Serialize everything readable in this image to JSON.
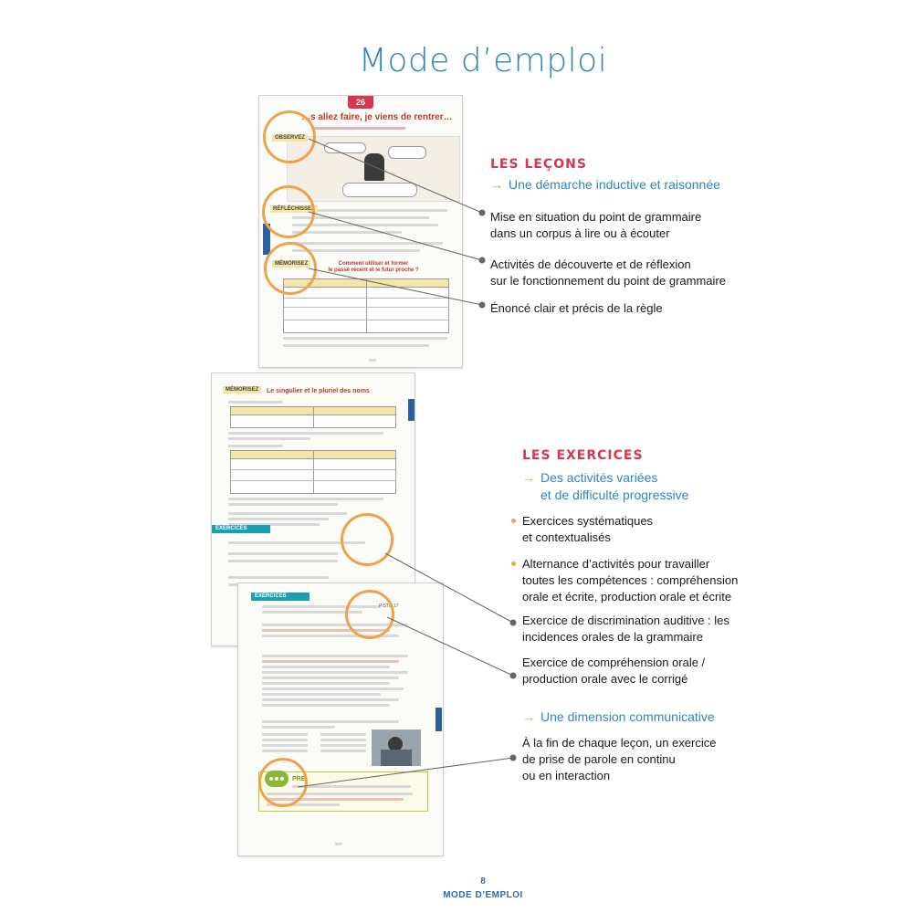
{
  "page": {
    "title": "Mode d’emploi",
    "page_number": "8",
    "footer_label": "MODE D’EMPLOI"
  },
  "lessons": {
    "heading": "LES LEÇONS",
    "subheading": "Une démarche inductive et raisonnée",
    "items": [
      [
        "Mise en situation du point de grammaire",
        "dans un corpus à lire ou à écouter"
      ],
      [
        "Activités de découverte et de réflexion",
        "sur le fonctionnement du point de grammaire"
      ],
      [
        "Énoncé clair et précis de la règle"
      ]
    ]
  },
  "exercises": {
    "heading": "LES EXERCICES",
    "subheading": [
      "Des activités variées",
      "et de difficulté progressive"
    ],
    "bullets": [
      [
        "Exercices systématiques",
        "et contextualisés"
      ],
      [
        "Alternance d’activités pour travailler",
        "toutes les compétences : compréhension",
        "orale et écrite, production orale et écrite"
      ]
    ],
    "items": [
      [
        "Exercice de discrimination auditive : les",
        "incidences orales de la grammaire"
      ],
      [
        "Exercice de compréhension orale /",
        "production orale avec le corrigé"
      ]
    ],
    "communicative_heading": "Une dimension communicative",
    "communicative_text": [
      "À la fin de chaque leçon, un exercice",
      "de prise de parole en continu",
      "ou en interaction"
    ]
  },
  "thumbnail_lesson": {
    "badge": "26",
    "title": "…s allez faire, je viens de rentrer…",
    "tags": [
      "OBSERVEZ",
      "RÉFLÉCHISSEZ",
      "MÉMORISEZ"
    ],
    "box_title": [
      "Comment utiliser et former",
      "le passé récent et le futur proche ?"
    ]
  },
  "thumbnail_grammar": {
    "tag": "MÉMORISEZ",
    "title": "Le singulier et le pluriel des noms"
  },
  "thumbnail_exercises": {
    "band": "EXERCICES",
    "band2": "EXERCICES",
    "piste_label": "PISTE 17",
    "speech_label": "PRE"
  },
  "colors": {
    "title_blue": "#2e86c1",
    "heading_red": "#d6374e",
    "accent_orange": "#f0a248"
  }
}
